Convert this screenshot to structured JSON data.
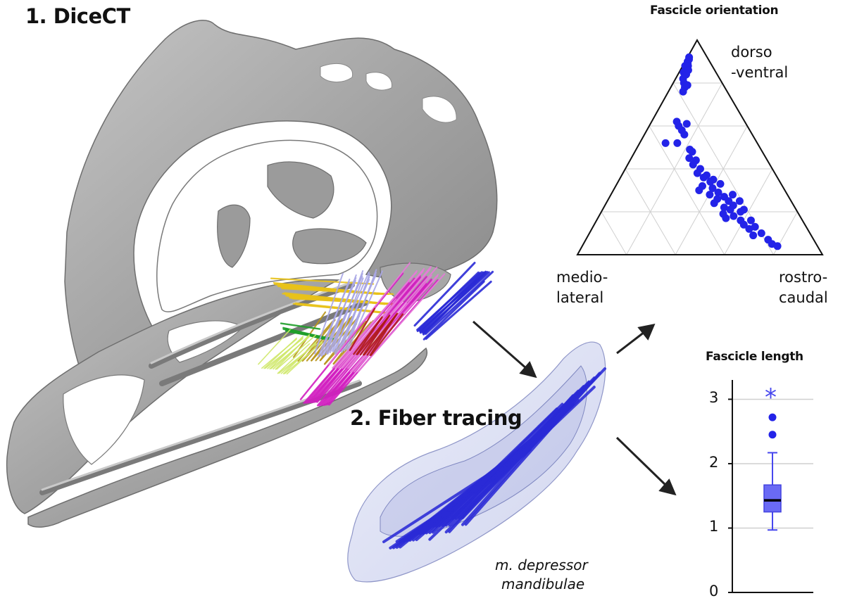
{
  "labels": {
    "step1": "1.  DiceCT",
    "step2": "2.  Fiber tracing",
    "muscle_line1": "m. depressor",
    "muscle_line2": "mandibulae"
  },
  "colors": {
    "skull": "#a9a9a9",
    "skull_dark": "#7c7c7c",
    "fiber_blue": "#2a2ad6",
    "muscle_hull": "#cdd2ee",
    "fascicle_yellow": "#e8c21a",
    "fascicle_olive": "#b8951c",
    "fascicle_green": "#1f9e2a",
    "fascicle_lime": "#cfe86a",
    "fascicle_lavender": "#a9a6e6",
    "fascicle_magenta": "#d21ec0",
    "fascicle_pink": "#e57ad8",
    "fascicle_red": "#b01818",
    "plot_point": "#2323e8",
    "box_fill": "#6a6af4"
  },
  "chart_data": [
    {
      "type": "ternary",
      "title": "Fascicle orientation",
      "vertex_labels": {
        "top": [
          "dorso",
          "-ventral"
        ],
        "left": [
          "medio-",
          "lateral"
        ],
        "right": [
          "rostro-",
          "caudal"
        ]
      },
      "grid_steps": 5,
      "points_fraction": [
        [
          0.08,
          0.08
        ],
        [
          0.1,
          0.1
        ],
        [
          0.12,
          0.08
        ],
        [
          0.09,
          0.12
        ],
        [
          0.11,
          0.14
        ],
        [
          0.13,
          0.13
        ],
        [
          0.15,
          0.12
        ],
        [
          0.12,
          0.18
        ],
        [
          0.15,
          0.19
        ],
        [
          0.18,
          0.17
        ],
        [
          0.16,
          0.21
        ],
        [
          0.2,
          0.22
        ],
        [
          0.14,
          0.23
        ],
        [
          0.22,
          0.26
        ],
        [
          0.24,
          0.25
        ],
        [
          0.21,
          0.3
        ],
        [
          0.38,
          0.27
        ],
        [
          0.4,
          0.3
        ],
        [
          0.42,
          0.34
        ],
        [
          0.39,
          0.38
        ],
        [
          0.44,
          0.37
        ],
        [
          0.48,
          0.32
        ],
        [
          0.48,
          0.22
        ],
        [
          0.52,
          0.45
        ],
        [
          0.51,
          0.43
        ],
        [
          0.55,
          0.43
        ],
        [
          0.56,
          0.48
        ],
        [
          0.58,
          0.46
        ],
        [
          0.6,
          0.51
        ],
        [
          0.62,
          0.49
        ],
        [
          0.63,
          0.55
        ],
        [
          0.64,
          0.53
        ],
        [
          0.65,
          0.59
        ],
        [
          0.66,
          0.57
        ],
        [
          0.68,
          0.52
        ],
        [
          0.7,
          0.5
        ],
        [
          0.69,
          0.58
        ],
        [
          0.72,
          0.56
        ],
        [
          0.71,
          0.61
        ],
        [
          0.73,
          0.64
        ],
        [
          0.74,
          0.6
        ],
        [
          0.75,
          0.66
        ],
        [
          0.76,
          0.58
        ],
        [
          0.77,
          0.68
        ],
        [
          0.78,
          0.63
        ],
        [
          0.79,
          0.66
        ],
        [
          0.8,
          0.71
        ],
        [
          0.81,
          0.62
        ],
        [
          0.82,
          0.67
        ],
        [
          0.84,
          0.7
        ],
        [
          0.84,
          0.75
        ],
        [
          0.86,
          0.71
        ],
        [
          0.87,
          0.76
        ],
        [
          0.9,
          0.78
        ],
        [
          0.91,
          0.74
        ],
        [
          0.88,
          0.73
        ],
        [
          0.83,
          0.63
        ],
        [
          0.93,
          0.8
        ],
        [
          0.95,
          0.81
        ],
        [
          0.96,
          0.83
        ],
        [
          0.79,
          0.73
        ],
        [
          0.75,
          0.72
        ],
        [
          0.72,
          0.69
        ],
        [
          0.67,
          0.63
        ]
      ]
    },
    {
      "type": "box",
      "title": "Fascicle length",
      "ylim": [
        0,
        3.3
      ],
      "yticks": [
        "0",
        "1",
        "2",
        "3"
      ],
      "whisker_low": 0.97,
      "q1": 1.25,
      "median": 1.43,
      "q3": 1.67,
      "whisker_high": 2.17,
      "outliers": [
        2.45,
        2.72
      ],
      "extreme": 3.03,
      "extreme_glyph": "*"
    }
  ]
}
